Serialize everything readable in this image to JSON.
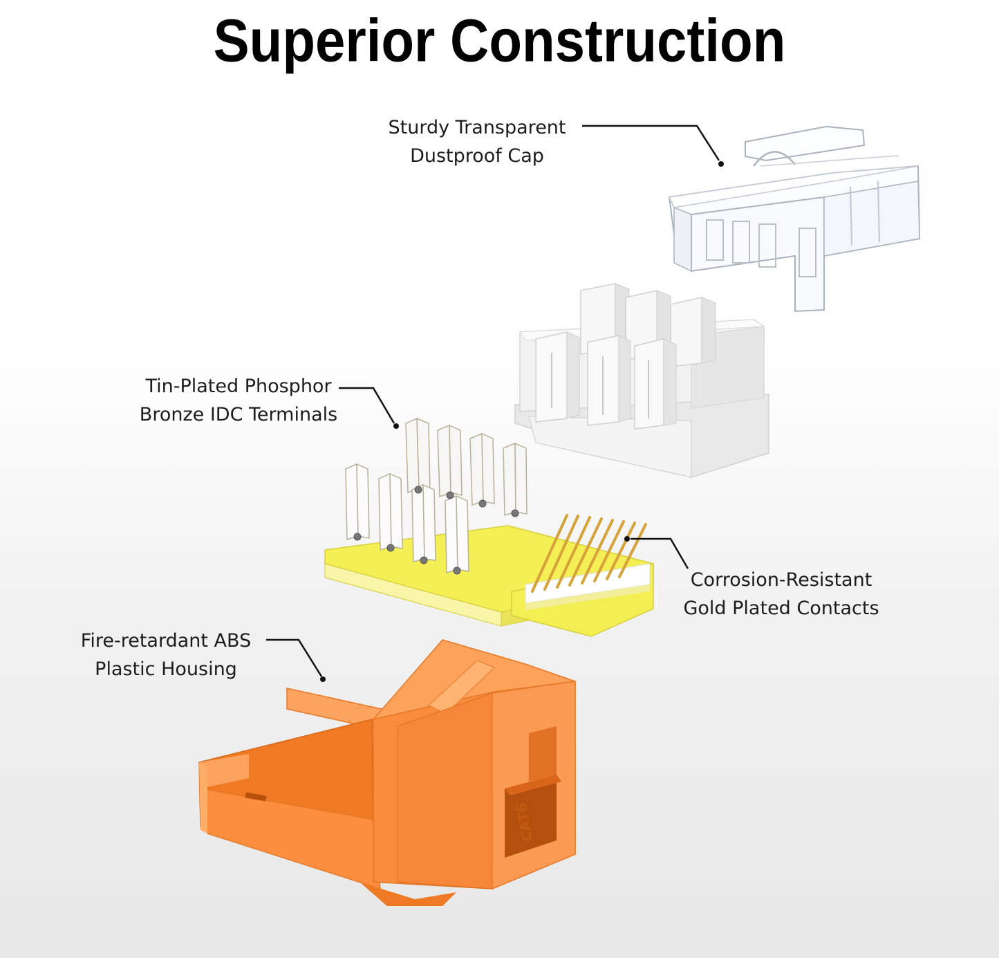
{
  "title": "Superior Construction",
  "callouts": {
    "cap": {
      "line1": "Sturdy Transparent",
      "line2": "Dustproof Cap"
    },
    "idc": {
      "line1": "Tin-Plated Phosphor",
      "line2": "Bronze IDC Terminals"
    },
    "gold": {
      "line1": "Corrosion-Resistant",
      "line2": "Gold Plated Contacts"
    },
    "abs": {
      "line1": "Fire-retardant ABS",
      "line2": "Plastic Housing"
    }
  },
  "housing_marking": "CAT6",
  "colors": {
    "housing": "#f98c3d",
    "pcb": "#f3ef52",
    "gold": "#d6a23a",
    "cap": "#f6f8fb",
    "block": "#f3f3f3",
    "leader": "#111111"
  }
}
